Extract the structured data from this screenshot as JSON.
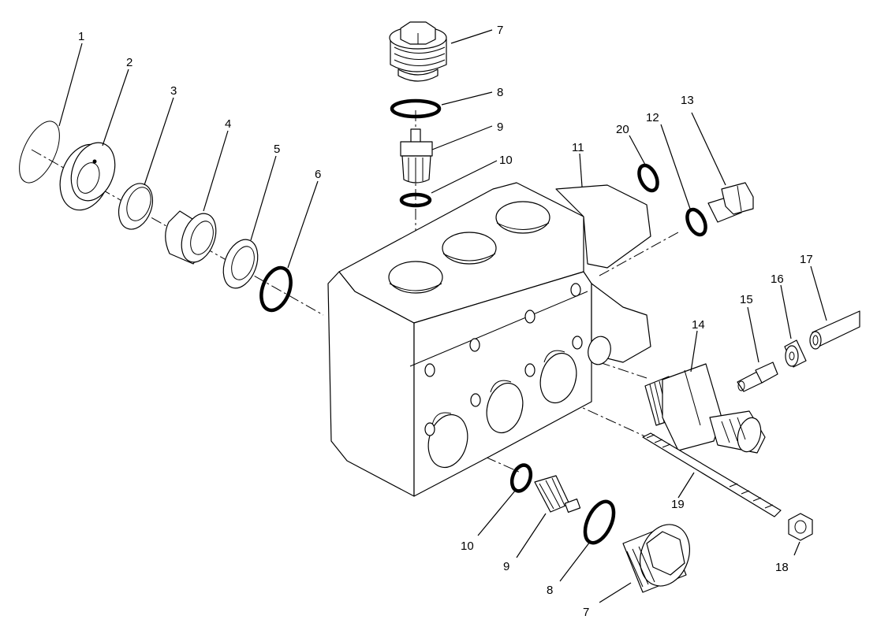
{
  "diagram": {
    "labels": [
      {
        "id": "l1",
        "text": "1"
      },
      {
        "id": "l2",
        "text": "2"
      },
      {
        "id": "l3",
        "text": "3"
      },
      {
        "id": "l4",
        "text": "4"
      },
      {
        "id": "l5",
        "text": "5"
      },
      {
        "id": "l6",
        "text": "6"
      },
      {
        "id": "l7top",
        "text": "7"
      },
      {
        "id": "l8top",
        "text": "8"
      },
      {
        "id": "l9top",
        "text": "9"
      },
      {
        "id": "l10top",
        "text": "10"
      },
      {
        "id": "l11",
        "text": "11"
      },
      {
        "id": "l20",
        "text": "20"
      },
      {
        "id": "l12",
        "text": "12"
      },
      {
        "id": "l13",
        "text": "13"
      },
      {
        "id": "l14",
        "text": "14"
      },
      {
        "id": "l15",
        "text": "15"
      },
      {
        "id": "l16",
        "text": "16"
      },
      {
        "id": "l17",
        "text": "17"
      },
      {
        "id": "l19",
        "text": "19"
      },
      {
        "id": "l10bot",
        "text": "10"
      },
      {
        "id": "l9bot",
        "text": "9"
      },
      {
        "id": "l8bot",
        "text": "8"
      },
      {
        "id": "l7bot",
        "text": "7"
      },
      {
        "id": "l18",
        "text": "18"
      }
    ]
  }
}
